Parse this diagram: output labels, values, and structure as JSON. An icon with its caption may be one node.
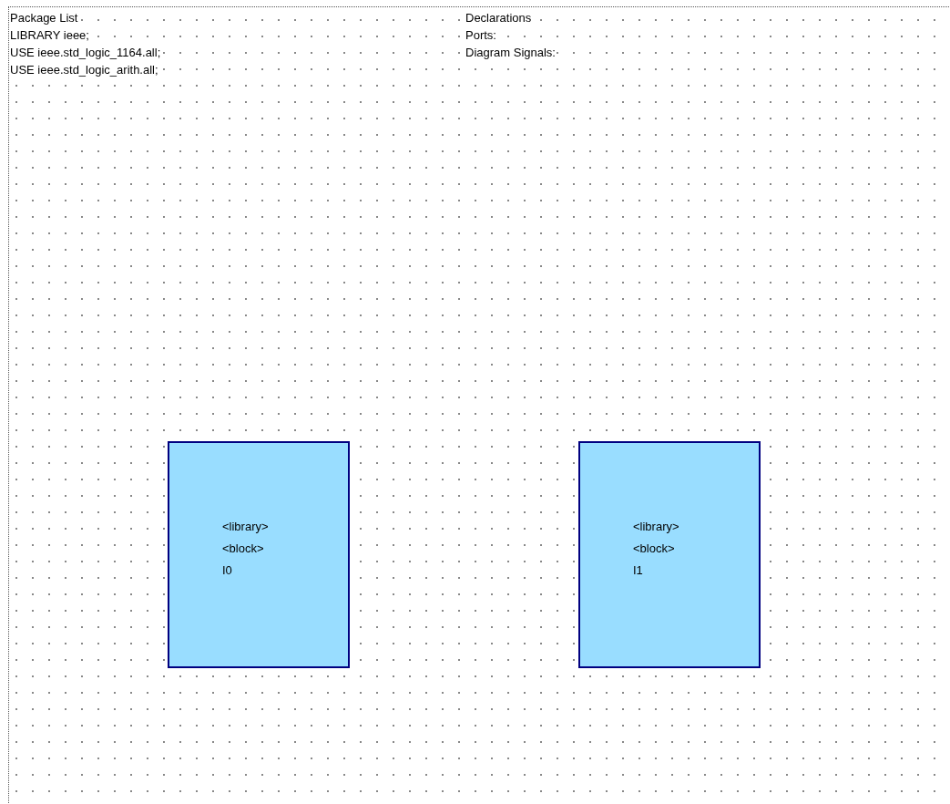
{
  "diagram": {
    "nodes": [
      {
        "text": [
          "<library>",
          "<block>",
          "I0"
        ]
      },
      {
        "text": [
          "<library>",
          "<block>",
          "I1"
        ]
      }
    ],
    "labels": [
      "Package List",
      "LIBRARY ieee;",
      "USE ieee.std_logic_1164.all;",
      "USE ieee.std_logic_arith.all;",
      "Declarations",
      "Ports:",
      "Diagram Signals:"
    ]
  }
}
